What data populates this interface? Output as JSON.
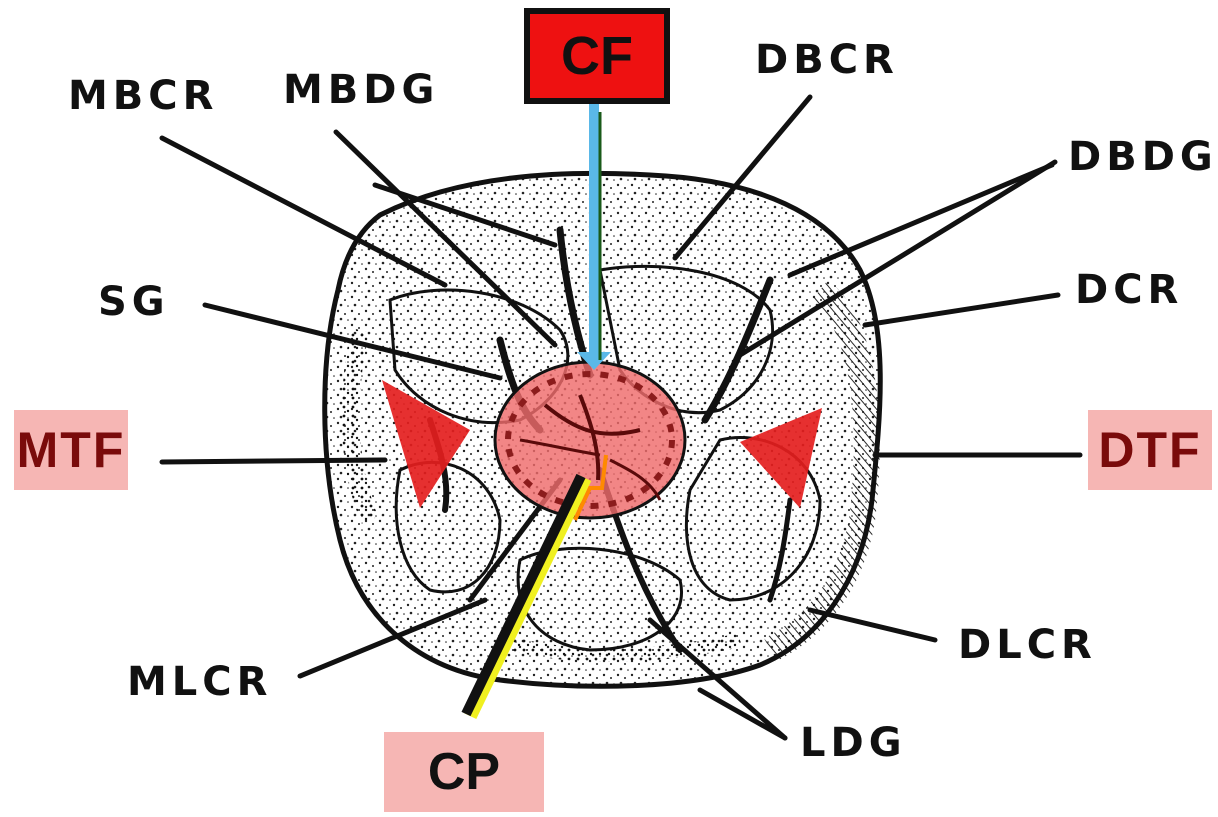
{
  "labels": {
    "mbcr": "MBCR",
    "mbdg": "MBDG",
    "dbcr": "DBCR",
    "dbdg": "DBDG",
    "dcr": "DCR",
    "sg": "SG",
    "dlcr": "DLCR",
    "mlcr": "MLCR",
    "ldg": "LDG"
  },
  "highlighted": {
    "cf": "CF",
    "mtf": "MTF",
    "dtf": "DTF",
    "cp": "CP"
  },
  "colors": {
    "cf_box": "#ee1111",
    "highlight_bg": "#f6b6b4",
    "triangle": "#e41e1e",
    "central_circle": "#ef6b6b",
    "cf_arrow": "#5ab8e8",
    "cp_pointer": "#111111",
    "cp_pointer_edge": "#f0f020",
    "cp_accent": "#ff8a00",
    "line": "#111111"
  }
}
